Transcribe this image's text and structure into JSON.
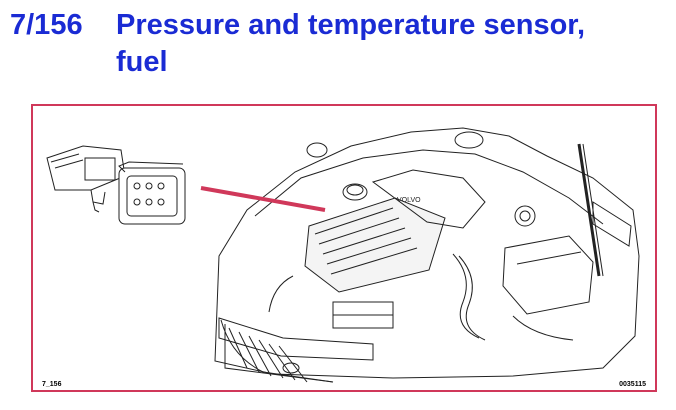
{
  "title": {
    "number": "7/156",
    "line1": "Pressure and temperature sensor,",
    "line2": "fuel"
  },
  "figure": {
    "ref_left": "7_156",
    "ref_right": "0035115",
    "frame_color": "#d0385a",
    "pointer_color": "#d0385a",
    "title_color": "#1a2bd4"
  }
}
